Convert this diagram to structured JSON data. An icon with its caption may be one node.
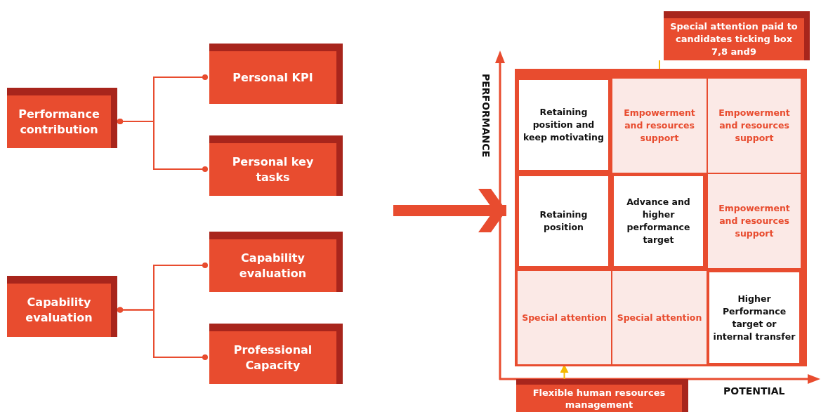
{
  "diagram": {
    "nodes": [
      {
        "text": [
          "Performance contribution"
        ]
      },
      {
        "text": [
          "Personal KPI"
        ]
      },
      {
        "text": [
          "Personal key tasks"
        ]
      },
      {
        "text": [
          "Capability evaluation"
        ]
      },
      {
        "text": [
          "Capability evaluation"
        ]
      },
      {
        "text": [
          "Professional Capacity"
        ]
      },
      {
        "text": [
          "Special attention paid to candidates ticking box 7,8 and9"
        ]
      },
      {
        "text": [],
        "shape": "box"
      },
      {
        "text": [
          "Retaining position and keep motivating"
        ],
        "in": 7
      },
      {
        "text": [
          "Empowerment and resources support"
        ],
        "in": 7
      },
      {
        "text": [
          "Empowerment and resources support"
        ],
        "in": 7
      },
      {
        "text": [
          "Retaining position"
        ],
        "in": 7
      },
      {
        "text": [
          "Advance and higher performance target"
        ],
        "in": 7
      },
      {
        "text": [
          "Empowerment and resources support"
        ],
        "in": 7
      },
      {
        "text": [
          "Special attention"
        ],
        "in": 7
      },
      {
        "text": [
          "Special attention"
        ],
        "in": 7
      },
      {
        "text": [
          "Higher Performance target or internal transfer"
        ],
        "in": 7
      },
      {
        "text": [
          "Flexible human resources management"
        ]
      }
    ],
    "edges": [
      {
        "from": 0,
        "to": 1,
        "arrow": "other"
      },
      {
        "from": 0,
        "to": 2,
        "arrow": "other"
      },
      {
        "from": 3,
        "to": 4,
        "arrow": "other"
      },
      {
        "from": 3,
        "to": 5,
        "arrow": "other"
      },
      {
        "from": null,
        "to": 7,
        "arrow": "to",
        "style": "thick"
      },
      {
        "from": 6,
        "to": 9,
        "arrow": "to",
        "color": "#f5b800"
      },
      {
        "from": 17,
        "to": 14,
        "arrow": "to",
        "color": "#f5b800"
      }
    ],
    "labels": [
      "PERFORMANCE",
      "POTENTIAL"
    ]
  }
}
